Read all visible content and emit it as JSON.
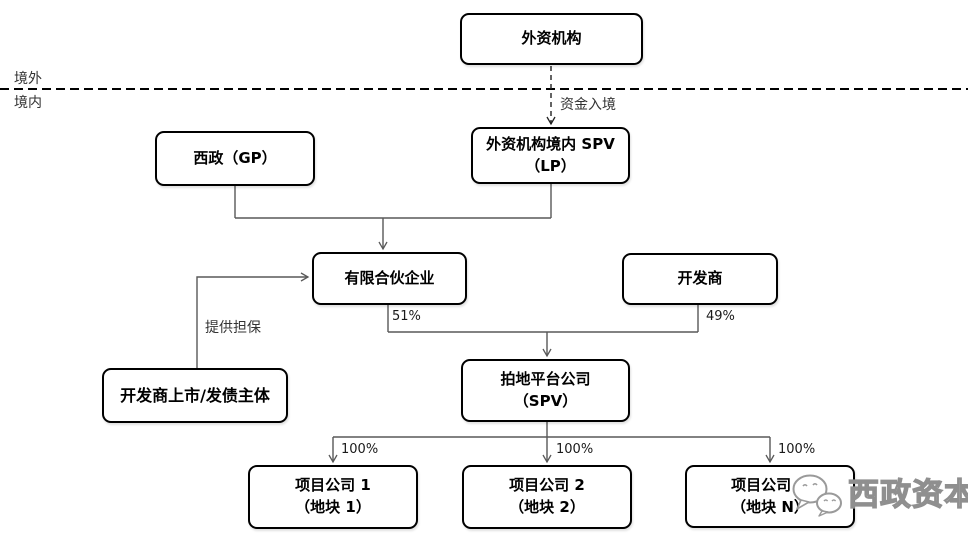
{
  "regions": {
    "offshore": "境外",
    "onshore": "境内"
  },
  "nodes": {
    "foreign_institution": {
      "label": "外资机构"
    },
    "xizheng_gp": {
      "label": "西政（GP）"
    },
    "foreign_spv": {
      "line1": "外资机构境内 SPV",
      "line2": "（LP）"
    },
    "limited_partnership": {
      "label": "有限合伙企业"
    },
    "developer": {
      "label": "开发商"
    },
    "land_platform": {
      "line1": "拍地平台公司",
      "line2": "（SPV）"
    },
    "developer_listed": {
      "label": "开发商上市/发债主体"
    },
    "project1": {
      "line1": "项目公司 1",
      "line2": "（地块 1）"
    },
    "project2": {
      "line1": "项目公司 2",
      "line2": "（地块 2）"
    },
    "projectN": {
      "line1": "项目公司 N",
      "line2": "（地块 N）"
    }
  },
  "edge_labels": {
    "capital_entry": "资金入境",
    "guarantee": "提供担保",
    "pct_51": "51%",
    "pct_49": "49%",
    "pct_100_1": "100%",
    "pct_100_2": "100%",
    "pct_100_3": "100%"
  },
  "watermark": {
    "text": "西政资本"
  },
  "colors": {
    "box_border": "#000000",
    "connector": "#595959",
    "boundary_line": "#000000",
    "watermark_gray": "#8f8f8f"
  }
}
